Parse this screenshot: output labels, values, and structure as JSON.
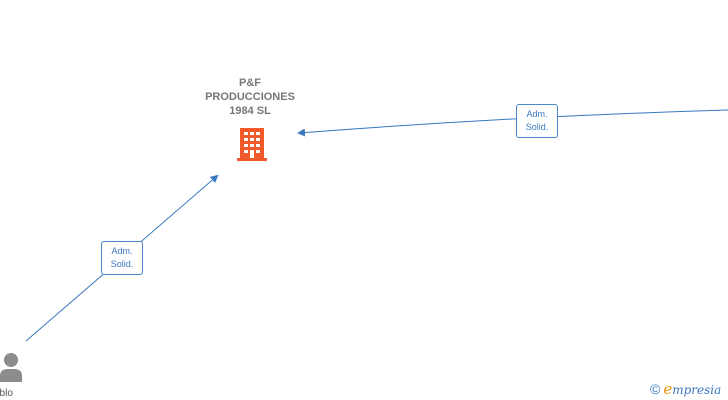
{
  "company": {
    "name_lines": [
      "P&F",
      "PRODUCCIONES",
      "1984  SL"
    ],
    "icon": "building-icon",
    "color": "#f0592a"
  },
  "edges": [
    {
      "label_lines": [
        "Adm.",
        "Solid."
      ]
    },
    {
      "label_lines": [
        "Adm.",
        "Solid."
      ]
    }
  ],
  "person": {
    "name": "ablo",
    "icon": "person-icon"
  },
  "brand": {
    "copyright_symbol": "©",
    "initial": "e",
    "rest": "mpresia"
  },
  "colors": {
    "edge": "#3a78c0",
    "company_icon": "#f0592a",
    "person_icon": "#8c8c8c",
    "label_text": "#777777"
  }
}
